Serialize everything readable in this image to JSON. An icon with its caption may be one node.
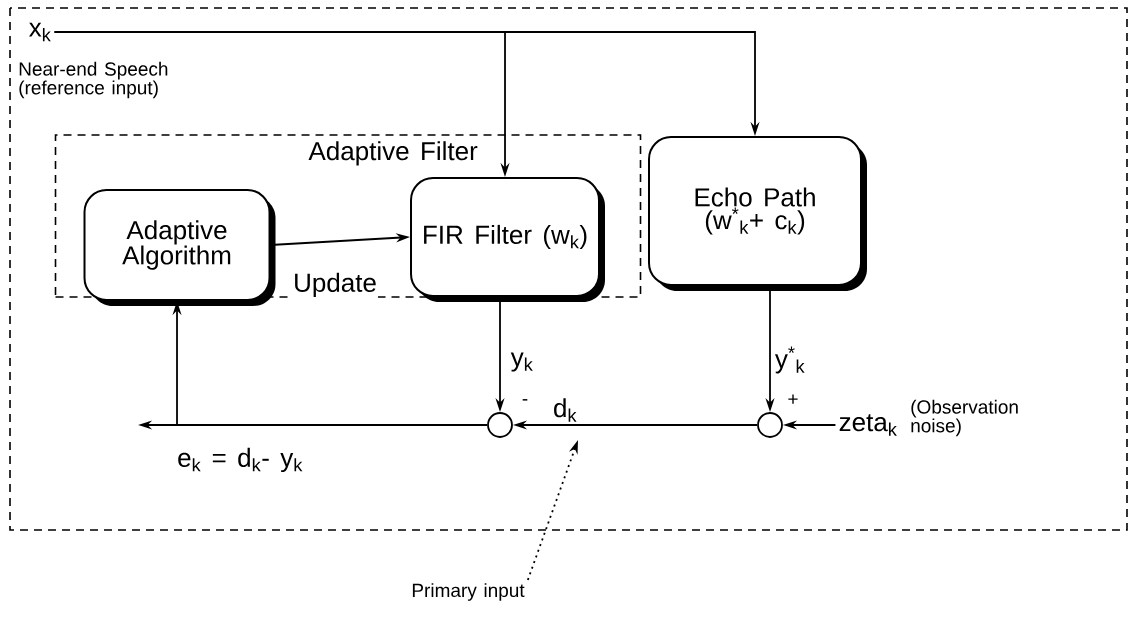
{
  "diagram": {
    "nodes": [
      {
        "text": [
          "Adaptive Filter"
        ]
      },
      {
        "text": [
          "Adaptive Algorithm"
        ],
        "in": 0
      },
      {
        "text": [
          "FIR Filter (w$_{k}$)"
        ],
        "in": 0
      },
      {
        "text": [
          "Echo Path",
          "(w$^{*}$$_{k}$+ c$_{k}$)"
        ]
      },
      {
        "text": [
          "x$_{k}$"
        ],
        "beside": [
          "Near-end Speech (reference input)"
        ]
      },
      {
        "text": [],
        "shape": "circle"
      },
      {
        "text": [],
        "shape": "circle"
      },
      {
        "text": [
          "zeta$_{k}$"
        ],
        "beside": [
          "(Observation noise)"
        ]
      },
      {
        "text": [
          "Primary input"
        ]
      }
    ],
    "edges": [
      {
        "from": 4,
        "to": 2,
        "arrow": "to"
      },
      {
        "from": 4,
        "to": 3,
        "arrow": "to"
      },
      {
        "from": 1,
        "to": 2,
        "arrow": "to",
        "label": "Update"
      },
      {
        "from": 2,
        "to": 5,
        "arrow": "to",
        "label": "y$_{k}$"
      },
      {
        "from": 3,
        "to": 6,
        "arrow": "to",
        "label": "y$^{*}$$_{k}$"
      },
      {
        "from": 7,
        "to": 6,
        "arrow": "to"
      },
      {
        "from": 6,
        "to": 5,
        "arrow": "to",
        "label": "d$_{k}$"
      },
      {
        "from": 5,
        "to": null,
        "arrow": "to"
      },
      {
        "from": 5,
        "to": 1,
        "arrow": "to"
      },
      {
        "from": 8,
        "to": null,
        "arrow": "to",
        "style": "dashed"
      }
    ],
    "labels": [
      "-",
      "+",
      "e$_{k}$ = d$_{k}$- y$_{k}$"
    ]
  }
}
